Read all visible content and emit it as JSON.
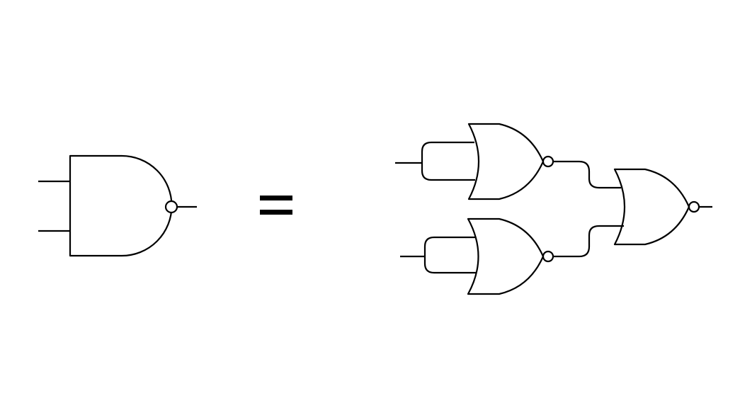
{
  "diagram": {
    "colors": {
      "stroke": "#000000",
      "background": "#ffffff"
    },
    "left_side": {
      "gate": "nand-gate"
    },
    "operator": "equals-sign",
    "right_side": {
      "gates": [
        "nor-gate",
        "nor-gate",
        "nor-gate"
      ]
    }
  }
}
